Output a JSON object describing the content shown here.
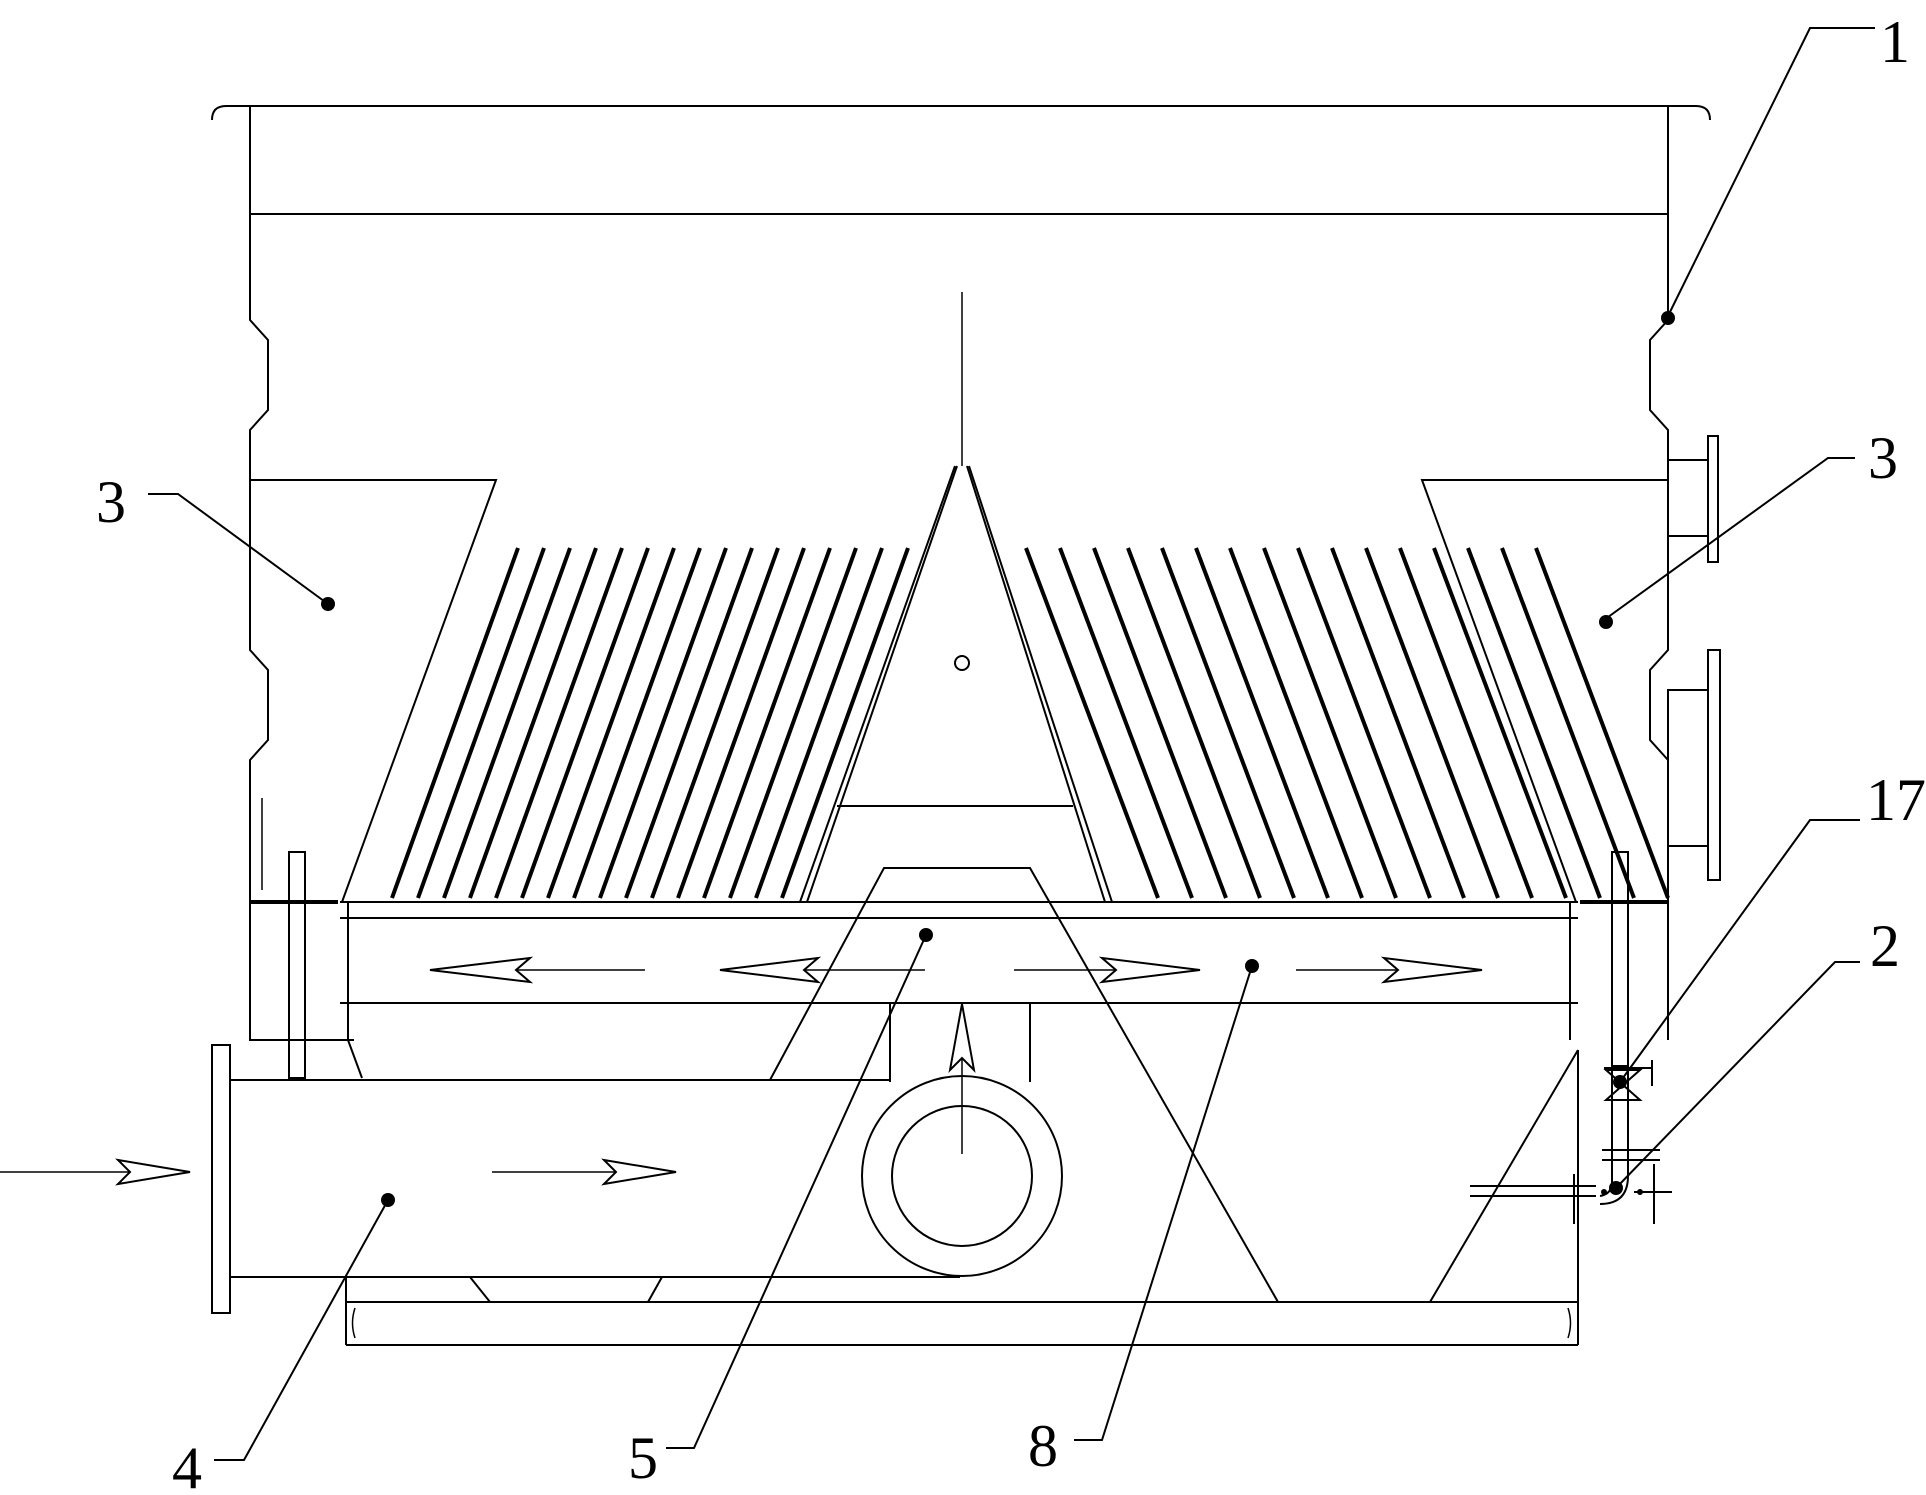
{
  "labels": {
    "tank": "1",
    "side_left": "3",
    "side_right": "3",
    "valve": "17",
    "drain": "2",
    "inlet_pipe": "4",
    "distributor": "5",
    "channel": "8"
  }
}
